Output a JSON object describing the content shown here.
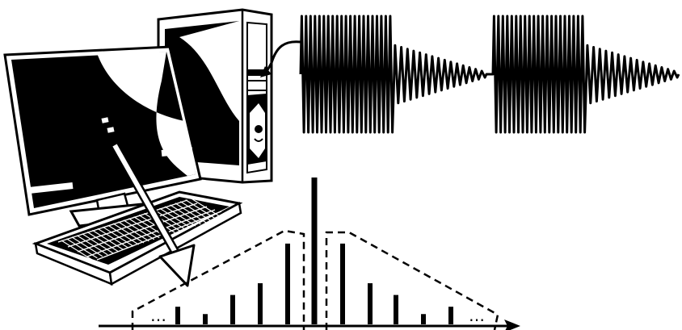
{
  "illustration": {
    "icons": {
      "computer": "desktop-computer-icon",
      "tower": "computer-tower-icon",
      "monitor": "monitor-icon",
      "keyboard": "keyboard-icon",
      "disk_slot": "disk-drive-slot-icon"
    },
    "colors": {
      "ink": "#000000",
      "paper": "#ffffff"
    }
  },
  "waveform": {
    "bursts": [
      {
        "high_cycles": 21,
        "decay_cycles": 15
      },
      {
        "high_cycles": 21,
        "decay_cycles": 15
      }
    ]
  },
  "spectrum": {
    "bars": [
      0.12,
      0.07,
      0.2,
      0.28,
      0.55,
      1.0,
      0.55,
      0.28,
      0.2,
      0.07,
      0.12
    ],
    "ellipsis_left": "…",
    "ellipsis_right": "…"
  }
}
